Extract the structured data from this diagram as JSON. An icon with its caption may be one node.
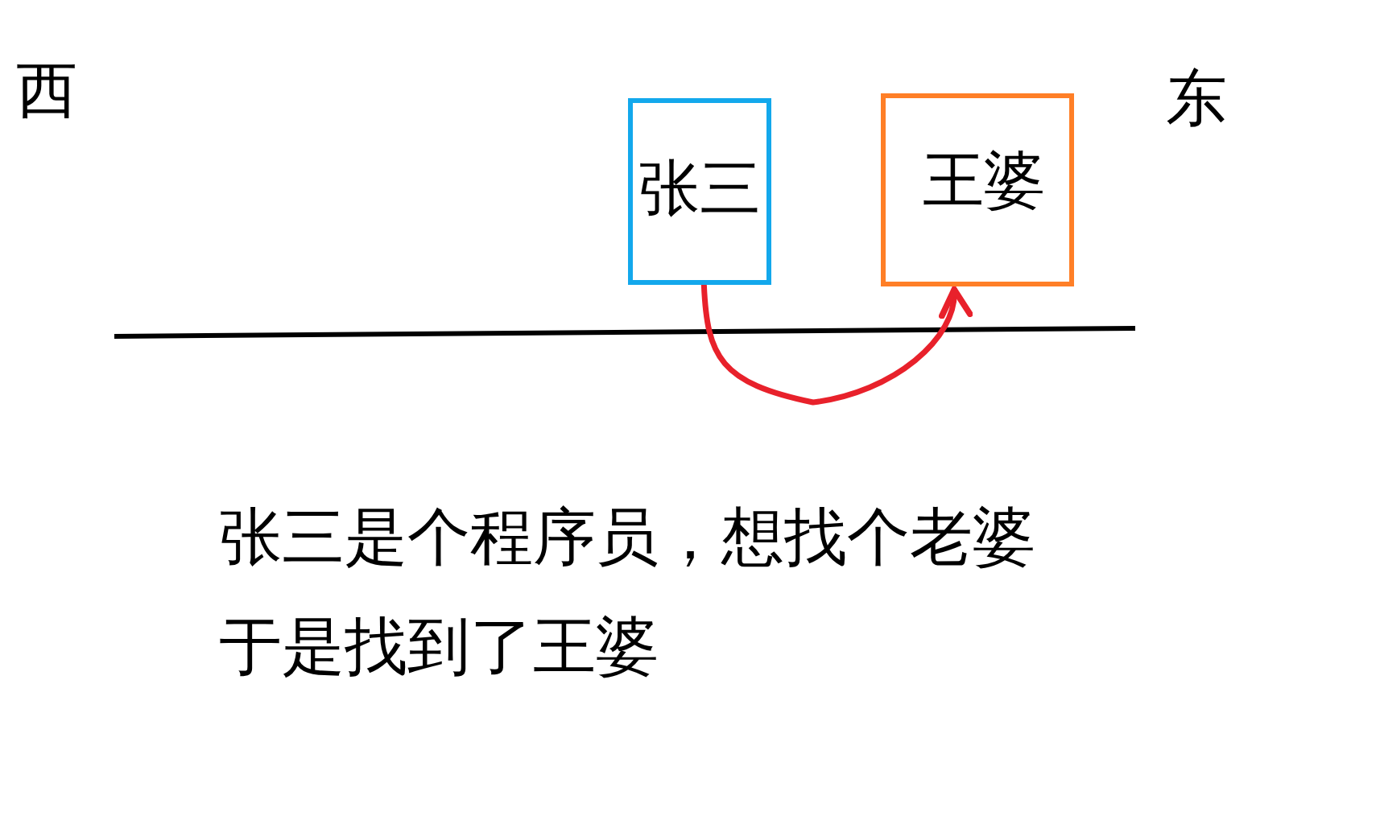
{
  "diagram": {
    "nodes": [
      {
        "text": [
          "张三"
        ]
      },
      {
        "text": [
          "王婆"
        ]
      }
    ],
    "edges": [
      {
        "from": 0,
        "to": 1,
        "arrow": "to",
        "color": "#e8212b"
      }
    ],
    "labels": [
      "西",
      "东",
      "张三是个程序员，想找个老婆",
      "于是找到了王婆"
    ]
  }
}
